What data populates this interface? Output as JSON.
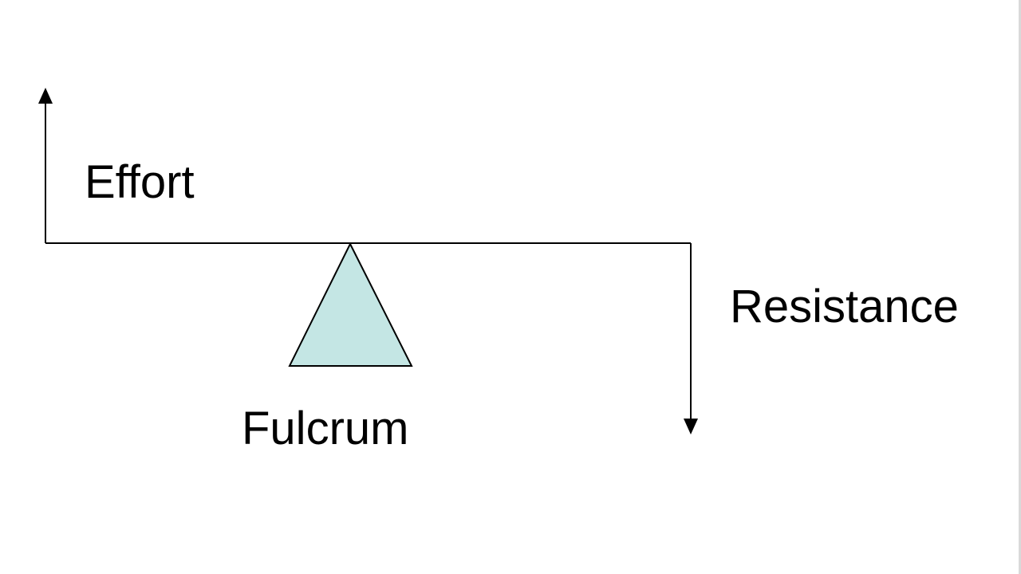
{
  "diagram": {
    "labels": {
      "effort": "Effort",
      "resistance": "Resistance",
      "fulcrum": "Fulcrum"
    },
    "colors": {
      "fulcrum_fill": "#c4e6e4",
      "stroke": "#000000",
      "background": "#ffffff"
    }
  }
}
